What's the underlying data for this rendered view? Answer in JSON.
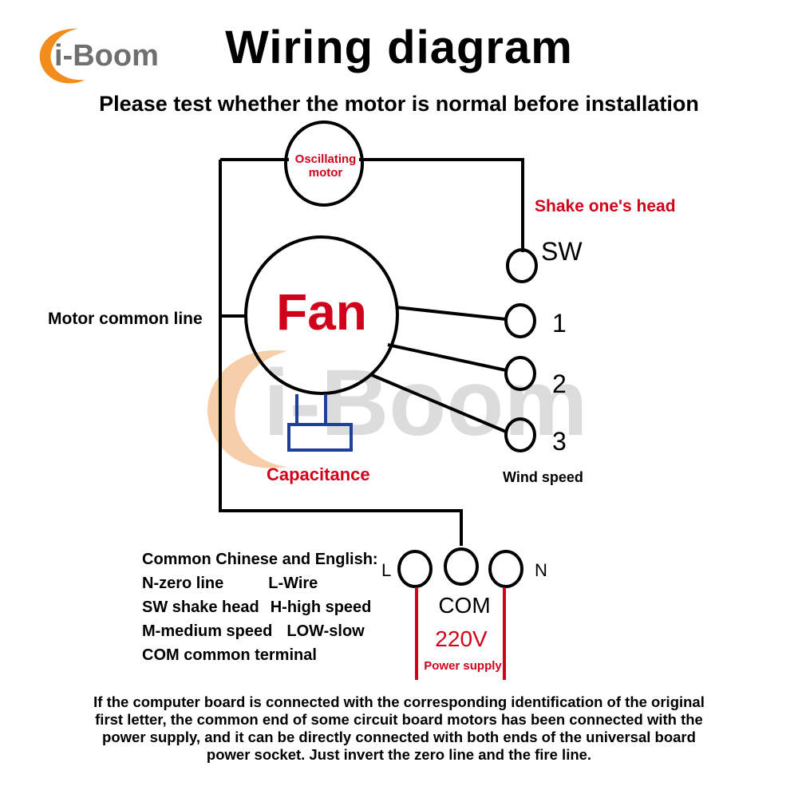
{
  "header": {
    "logo_text": "i-Boom",
    "title": "Wiring diagram",
    "subtitle": "Please test whether the motor is normal before installation"
  },
  "watermark": {
    "text": "i-Boom"
  },
  "diagram": {
    "oscillating_motor": [
      "Oscillating",
      "motor"
    ],
    "fan": "Fan",
    "capacitance": "Capacitance",
    "motor_common_line": "Motor common line",
    "shake_head": "Shake one's head",
    "terminals": {
      "sw": "SW",
      "t1": "1",
      "t2": "2",
      "t3": "3"
    },
    "wind_speed": "Wind speed",
    "power": {
      "l": "L",
      "n": "N",
      "com": "COM",
      "voltage": "220V",
      "supply": "Power supply"
    }
  },
  "legend": {
    "title": "Common Chinese and English:",
    "rows": [
      [
        "N-zero line",
        "L-Wire"
      ],
      [
        "SW shake head",
        "H-high speed"
      ],
      [
        "M-medium speed",
        "LOW-slow"
      ],
      [
        "COM common terminal",
        ""
      ]
    ]
  },
  "note": "If the computer board is connected with the corresponding identification of the original first letter, the common end of some circuit board motors has been connected with the power supply, and it can be directly connected with both ends of the universal board power socket. Just invert the zero line and the fire line.",
  "colors": {
    "red": "#d0021b",
    "blue": "#1f3f9a",
    "watermark_orange": "#f6c9a0",
    "watermark_gray": "#d9d9d9",
    "logo_orange": "#f28c1c",
    "logo_gray": "#6f6f6f"
  }
}
